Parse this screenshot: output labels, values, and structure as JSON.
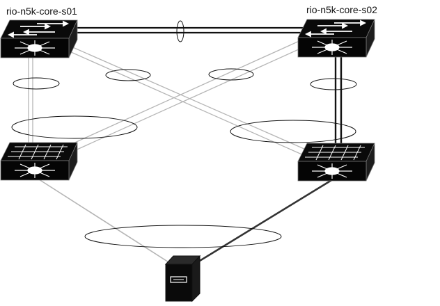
{
  "diagram": {
    "nodes": [
      {
        "id": "core-s01",
        "kind": "core-switch",
        "label": "rio-n5k-core-s01"
      },
      {
        "id": "core-s02",
        "kind": "core-switch",
        "label": "rio-n5k-core-s02"
      },
      {
        "id": "access-left",
        "kind": "access-switch",
        "label": ""
      },
      {
        "id": "access-right",
        "kind": "access-switch",
        "label": ""
      },
      {
        "id": "server",
        "kind": "server",
        "label": ""
      }
    ],
    "links": [
      {
        "from": "core-s01",
        "to": "core-s02",
        "style": "double-black"
      },
      {
        "from": "core-s01",
        "to": "access-left",
        "style": "double-gray"
      },
      {
        "from": "core-s01",
        "to": "access-right",
        "style": "double-gray"
      },
      {
        "from": "core-s02",
        "to": "access-left",
        "style": "double-gray"
      },
      {
        "from": "core-s02",
        "to": "access-right",
        "style": "double-black"
      },
      {
        "from": "access-left",
        "to": "server",
        "style": "single-gray"
      },
      {
        "from": "access-right",
        "to": "server",
        "style": "single-black"
      }
    ],
    "colors": {
      "outline": "#111111",
      "gray_link": "#aaaaaa",
      "dark_link": "#333333",
      "switch_body": "#0a0a0a",
      "icon": "#ffffff"
    }
  }
}
